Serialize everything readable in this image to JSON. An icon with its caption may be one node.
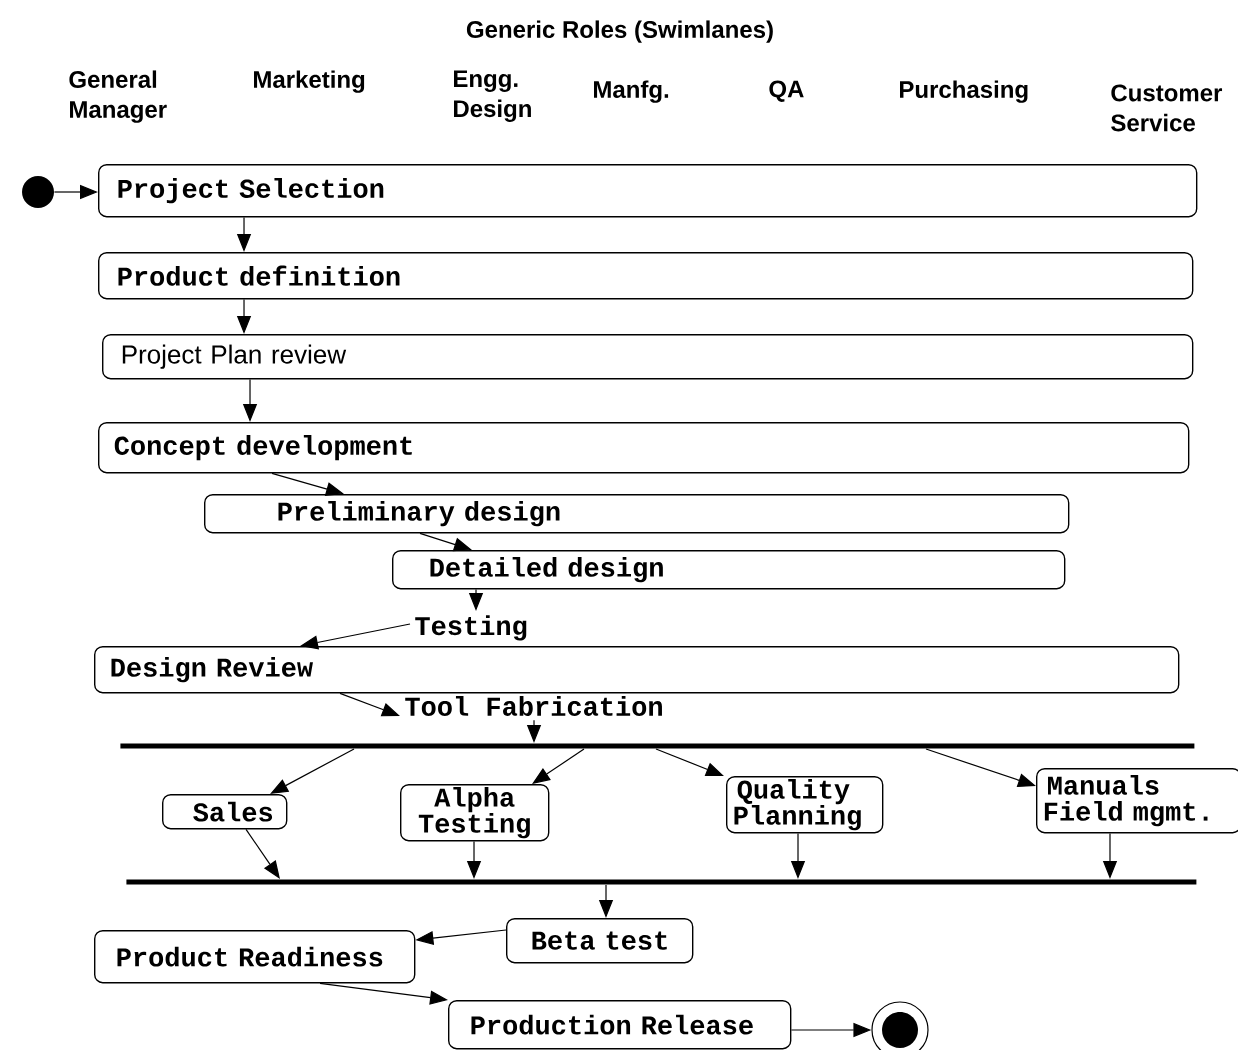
{
  "diagram": {
    "title": "Generic Roles (Swimlanes)",
    "nodes": [
      {
        "text": [],
        "shape": "circle"
      },
      {
        "text": [
          "Project Selection"
        ]
      },
      {
        "text": [
          "Product definition"
        ]
      },
      {
        "text": [
          "Project Plan review"
        ]
      },
      {
        "text": [
          "Concept development"
        ]
      },
      {
        "text": [
          "Preliminary design"
        ]
      },
      {
        "text": [
          "Detailed design"
        ]
      },
      {
        "text": [
          "Testing"
        ]
      },
      {
        "text": [
          "Design Review"
        ]
      },
      {
        "text": [
          "Tool Fabrication"
        ]
      },
      {
        "text": [],
        "shape": "bar"
      },
      {
        "text": [
          "Sales"
        ]
      },
      {
        "text": [
          "Alpha Testing"
        ]
      },
      {
        "text": [
          "Quality Planning"
        ]
      },
      {
        "text": [
          "Manuals Field mgmt."
        ]
      },
      {
        "text": [],
        "shape": "bar"
      },
      {
        "text": [
          "Beta test"
        ]
      },
      {
        "text": [
          "Product Readiness"
        ]
      },
      {
        "text": [
          "Production Release"
        ]
      },
      {
        "text": [],
        "shape": "bullseye"
      }
    ],
    "edges": [
      {
        "from": 0,
        "to": 1,
        "arrow": "to"
      },
      {
        "from": 1,
        "to": 2,
        "arrow": "to"
      },
      {
        "from": 2,
        "to": 3,
        "arrow": "to"
      },
      {
        "from": 3,
        "to": 4,
        "arrow": "to"
      },
      {
        "from": 4,
        "to": 5,
        "arrow": "to"
      },
      {
        "from": 5,
        "to": 6,
        "arrow": "to"
      },
      {
        "from": 6,
        "to": 7,
        "arrow": "to"
      },
      {
        "from": 7,
        "to": 8,
        "arrow": "to"
      },
      {
        "from": 8,
        "to": 9,
        "arrow": "to"
      },
      {
        "from": 9,
        "to": 10,
        "arrow": "to"
      },
      {
        "from": 10,
        "to": 11,
        "arrow": "to"
      },
      {
        "from": 10,
        "to": 12,
        "arrow": "to"
      },
      {
        "from": 10,
        "to": 13,
        "arrow": "to"
      },
      {
        "from": 10,
        "to": 14,
        "arrow": "to"
      },
      {
        "from": 11,
        "to": 15,
        "arrow": "to"
      },
      {
        "from": 12,
        "to": 15,
        "arrow": "to"
      },
      {
        "from": 13,
        "to": 15,
        "arrow": "to"
      },
      {
        "from": 14,
        "to": 15,
        "arrow": "to"
      },
      {
        "from": 15,
        "to": 16,
        "arrow": "to"
      },
      {
        "from": 16,
        "to": 17,
        "arrow": "to"
      },
      {
        "from": 17,
        "to": 18,
        "arrow": "to"
      },
      {
        "from": 18,
        "to": 19,
        "arrow": "to"
      }
    ],
    "labels": [
      "General Manager",
      "Marketing",
      "Engg. Design",
      "Manfg.",
      "QA",
      "Purchasing",
      "Customer Service"
    ]
  }
}
